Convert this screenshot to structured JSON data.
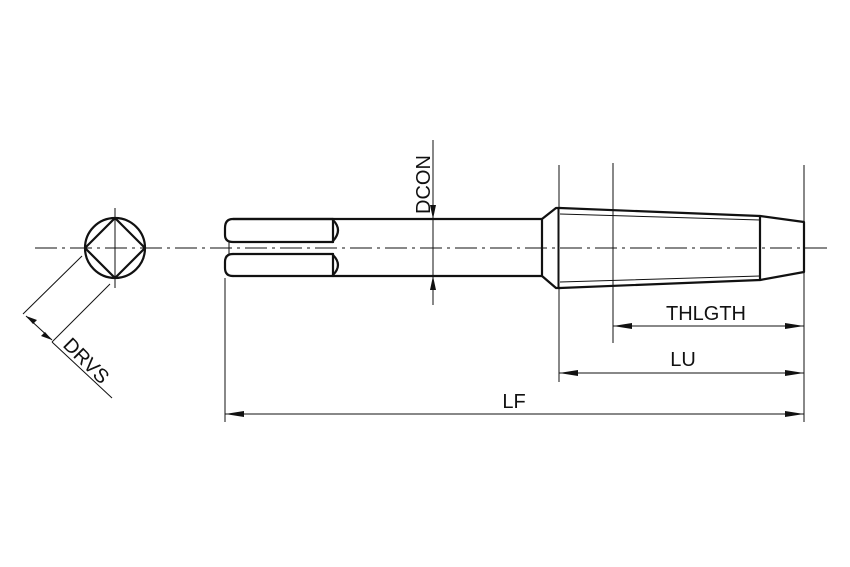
{
  "drawing": {
    "title": "Tap dimension drawing",
    "labels": {
      "dcon": "DCON",
      "drvs": "DRVS",
      "thlgth": "THLGTH",
      "lu": "LU",
      "lf": "LF"
    },
    "line_color": "#111111",
    "background": "#ffffff"
  }
}
